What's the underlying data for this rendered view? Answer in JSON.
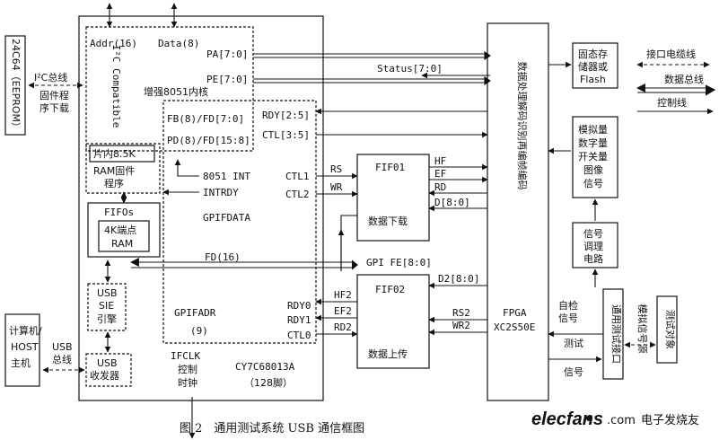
{
  "diagram": {
    "eeprom": "24C64（EEPROM）",
    "i2c_bus": "I²C总线",
    "firmware_dl": [
      "固件程",
      "序下载"
    ],
    "addr16": "Addr(16)",
    "data8": "Data(8)",
    "i2c_compat": "I²C Compatible",
    "pa": "PA[7:0]",
    "pe": "PE[7:0]",
    "core": "增强8051内核",
    "status": "Status[7:0]",
    "fb": "FB(8)/FD[7:0]",
    "pd": "PD(8)/FD[15:8]",
    "rdy": "RDY[2:5]",
    "ctl": "CTL[3:5]",
    "onchip": "片内8.5K",
    "ramfw": [
      "RAM固件",
      "程序"
    ],
    "int8051": "8051 INT",
    "intrdy": "INTRDY",
    "ctl1": "CTL1",
    "ctl2": "CTL2",
    "rs": "RS",
    "wr": "WR",
    "fifo1": "FIF01",
    "dl": "数据下载",
    "hf": "HF",
    "ef": "EF",
    "rd": "RD",
    "d80": "D[8:0]",
    "fifos": "FIFOs",
    "ep4k": [
      "4K端点",
      "RAM"
    ],
    "gpifdata": "GPIFDATA",
    "fd16": "FD(16)",
    "gpife": "GPI FE[8:0]",
    "fifo2": "FIF02",
    "d2": "D2[8:0]",
    "usbsie": [
      "USB",
      "SIE",
      "引擎"
    ],
    "gpifadr": "GPIFADR",
    "g9": "(9)",
    "rdy0": "RDY0",
    "rdy1": "RDY1",
    "ctl0": "CTL0",
    "hf2": "HF2",
    "ef2": "EF2",
    "rd2": "RD2",
    "rs2": "RS2",
    "wr2": "WR2",
    "ul": "数据上传",
    "usbtx": [
      "USB",
      "收发器"
    ],
    "ifclk": [
      "IFCLK",
      "控制",
      "时钟"
    ],
    "chip": "CY7C68013A",
    "pins": "（128脚）",
    "host": [
      "计算机/",
      "HOST",
      "主机"
    ],
    "usbbus": [
      "USB",
      "总线"
    ],
    "fpga_func": "数据处理解码识别再编帧编码",
    "fpga": "FPGA",
    "fpga_part": "XC2S50E",
    "flash": [
      "固态存",
      "储器或",
      "Flash"
    ],
    "signals": [
      "模拟量",
      "数字量",
      "开关量",
      "图像",
      "信号"
    ],
    "cond": [
      "信号",
      "调理",
      "电路"
    ],
    "selfcheck": [
      "自检",
      "信号"
    ],
    "testsig": [
      "测试",
      "信号"
    ],
    "iface": "通用测试接口",
    "simsrc": "模拟信号源",
    "target": "测试对象",
    "legend": {
      "cable": "接口电缆线",
      "databus": "数据总线",
      "ctrl": "控制线"
    },
    "caption": "图 2　通用测试系统 USB 通信框图",
    "watermark": {
      "site": "elecfans",
      "domain": ".com",
      "cn": "电子发烧友"
    }
  }
}
